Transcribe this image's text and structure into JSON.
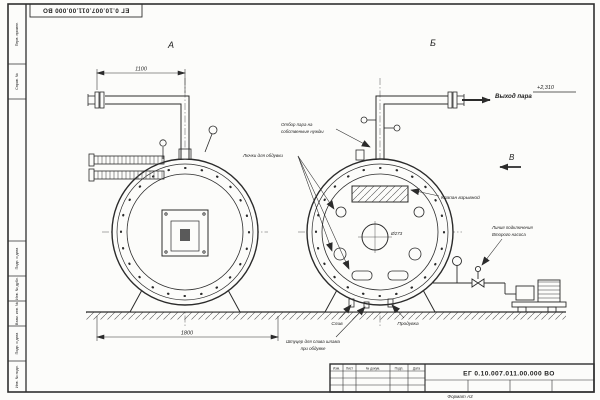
{
  "sheet": {
    "code": "ЕГ 0.10.007.011.00.000  ВО",
    "format_label": "Формат А3",
    "margin_labels": [
      "Перв. примен.",
      "Справ. №",
      "Подп. и дата",
      "Инв. № дубл.",
      "Взам. инв. №",
      "Подп. и дата",
      "Инв. № подл."
    ],
    "rev_cols": [
      "Изм.",
      "Лист",
      "№ докум.",
      "Подп.",
      "Дата"
    ]
  },
  "views": {
    "a": "А",
    "b": "Б",
    "v": "В"
  },
  "annotations": {
    "steam_outlet": "Выход пара",
    "elevation": "+2,310",
    "own_needs_1": "Отбор пара на",
    "own_needs_2": "собственные нужды",
    "hatches": "Лючки для обдувки",
    "explosion_valve": "Клапан взрывной",
    "pump_line_1": "Линия подключения",
    "pump_line_2": "Второго насоса",
    "drain": "Слив",
    "blowdown": "Продувка",
    "sludge_1": "Штуцер для слива шлама",
    "sludge_2": "при обдувке"
  },
  "dimensions": {
    "width_top": "1100",
    "base": "1800",
    "center_dia": "Ø273"
  }
}
